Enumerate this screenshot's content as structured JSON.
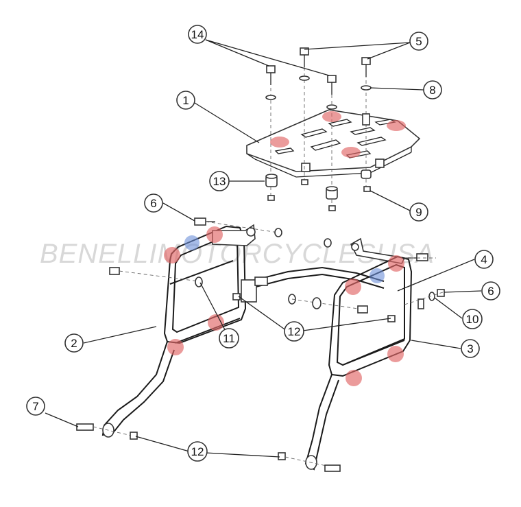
{
  "watermark": "BENELLIMOTORCYCLESUSA",
  "callouts": [
    {
      "label": "14"
    },
    {
      "label": "5"
    },
    {
      "label": "8"
    },
    {
      "label": "1"
    },
    {
      "label": "13"
    },
    {
      "label": "9"
    },
    {
      "label": "6"
    },
    {
      "label": "4"
    },
    {
      "label": "6"
    },
    {
      "label": "10"
    },
    {
      "label": "12"
    },
    {
      "label": "11"
    },
    {
      "label": "2"
    },
    {
      "label": "3"
    },
    {
      "label": "7"
    },
    {
      "label": "12"
    }
  ],
  "colors": {
    "highlight_red": "#e06666",
    "highlight_blue": "#6d8fd8",
    "line": "#222222"
  }
}
